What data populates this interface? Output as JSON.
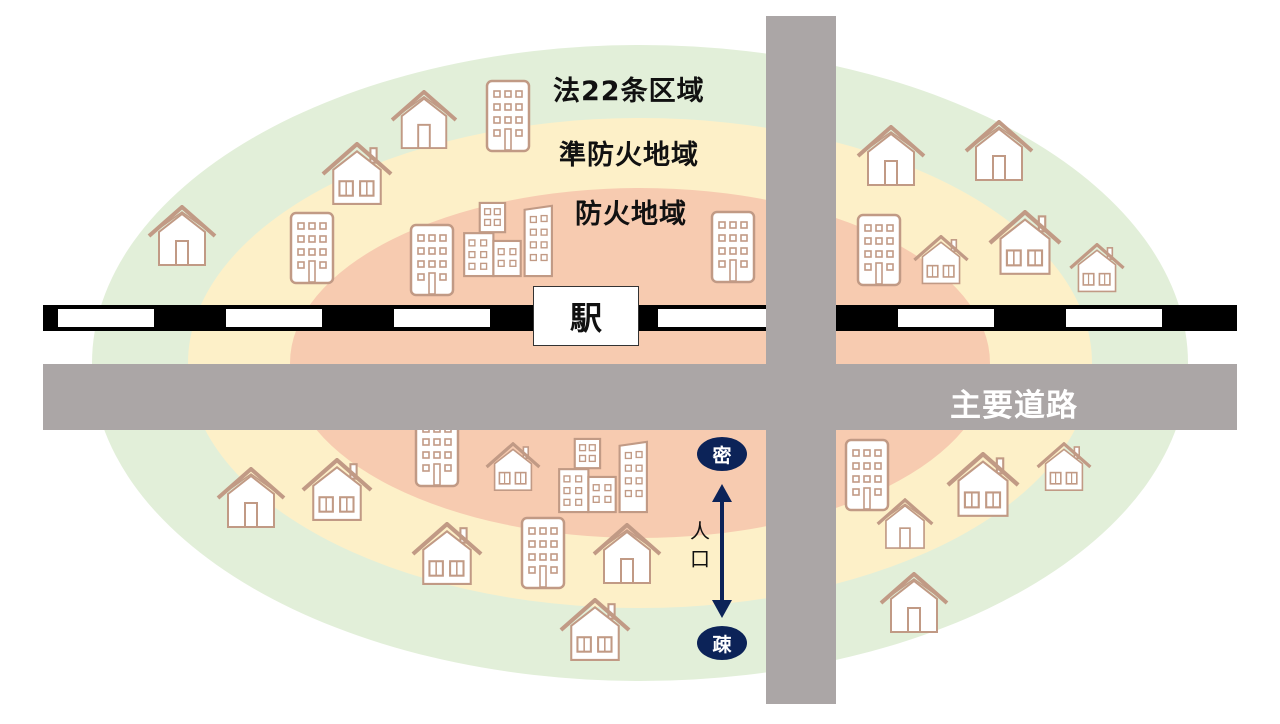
{
  "zones": [
    {
      "key": "law22",
      "label": "法22条区域",
      "color": "#e2efd9"
    },
    {
      "key": "quasi",
      "label": "準防火地域",
      "color": "#fdf0c8"
    },
    {
      "key": "fire",
      "label": "防火地域",
      "color": "#f7cbb0"
    }
  ],
  "station": {
    "label": "駅"
  },
  "road": {
    "label": "主要道路",
    "color": "#aba6a6"
  },
  "railway": {
    "dark": "#000000",
    "light": "#ffffff"
  },
  "population": {
    "label_chars": [
      "人",
      "口"
    ],
    "dense": "密",
    "sparse": "疎",
    "color": "#0c2358"
  },
  "icons": {
    "house": "house-icon",
    "building": "building-icon",
    "building_cluster": "building-cluster-icon",
    "icon_stroke": "#c19a85",
    "icon_fill": "#ffffff"
  }
}
